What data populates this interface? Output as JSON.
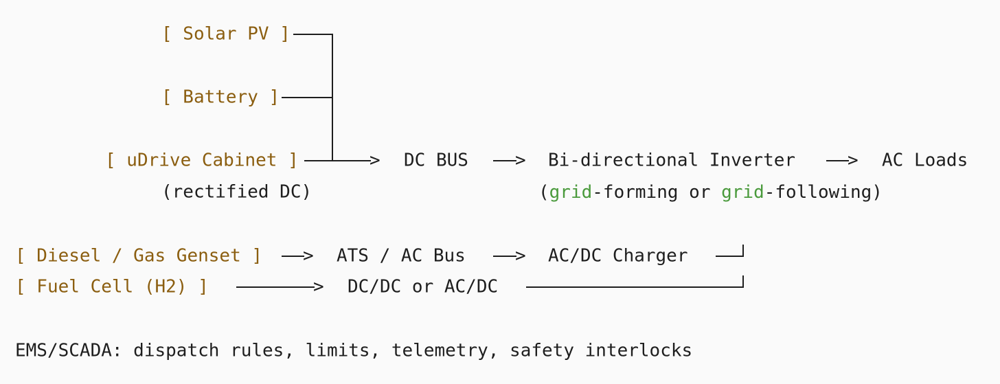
{
  "diagram": {
    "nodes": {
      "solar_pv": "[ Solar PV ]",
      "battery": "[ Battery ]",
      "udrive_cabinet": "[ uDrive Cabinet ]",
      "udrive_note": "(rectified DC)",
      "dc_bus": "DC BUS",
      "inverter": "Bi-directional Inverter",
      "ac_loads": "AC Loads",
      "genset": "[ Diesel / Gas Genset ]",
      "ats_bus": "ATS / AC Bus",
      "charger": "AC/DC Charger",
      "fuel_cell": "[ Fuel Cell (H2) ]",
      "dcdc": "DC/DC or AC/DC"
    },
    "inverter_note": {
      "open": "(",
      "grid_1": "grid",
      "mid": "-forming or ",
      "grid_2": "grid",
      "close": "-following)"
    },
    "arrow_head": ">",
    "ems_line": "EMS/SCADA: dispatch rules, limits, telemetry, safety interlocks"
  },
  "colors": {
    "source_node": "#8b5e10",
    "text": "#1e1e1e",
    "keyword": "#4a9a3c",
    "background": "#fafafa"
  }
}
